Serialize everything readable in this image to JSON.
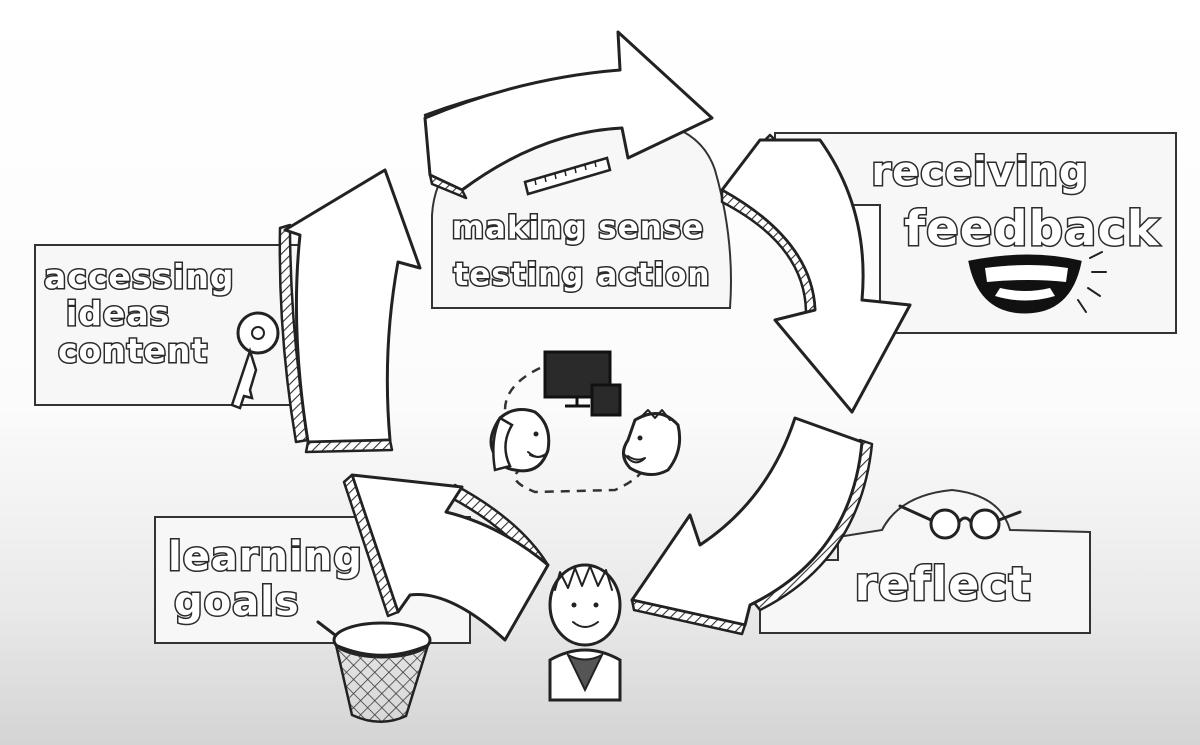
{
  "steps": [
    {
      "lines": [
        "making sense",
        "testing action"
      ]
    },
    {
      "lines": [
        "receiving",
        "feedback"
      ]
    },
    {
      "lines": [
        "reflect"
      ]
    },
    {
      "lines": [
        "learning",
        "goals"
      ]
    },
    {
      "lines": [
        "accessing",
        "ideas",
        "content"
      ]
    }
  ],
  "icons": {
    "step_0": "ruler-icon",
    "step_1": "smiling-mouth-icon",
    "step_2": "glasses-icon",
    "step_3": "basketball-net-icon",
    "step_4": "key-icon",
    "center": "people-with-computer-icon"
  }
}
